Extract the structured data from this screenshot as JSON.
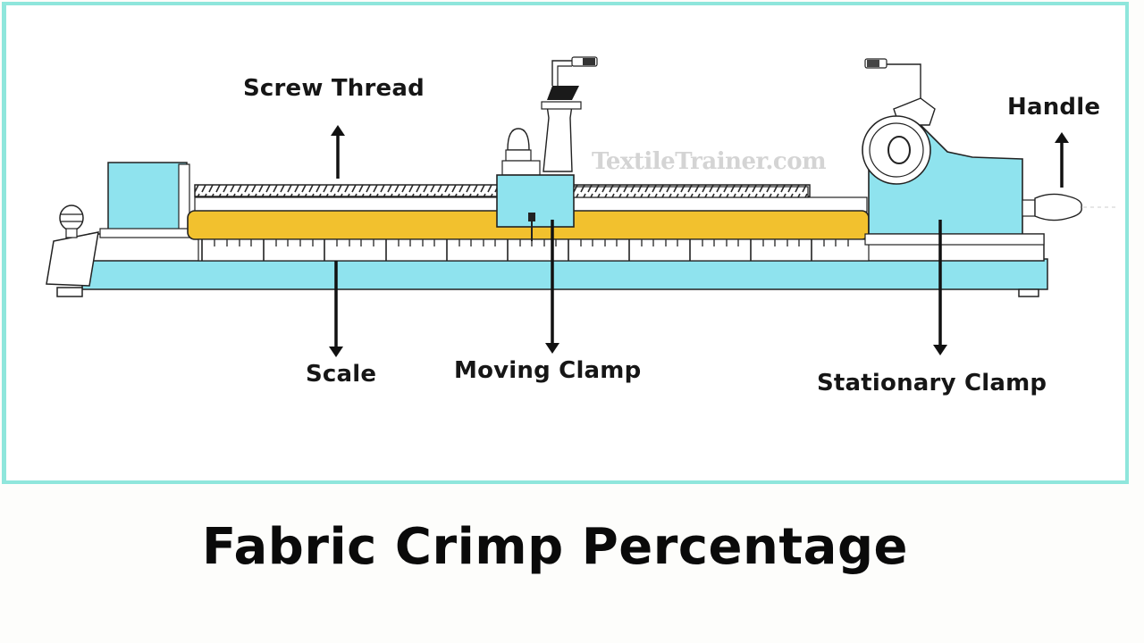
{
  "diagram": {
    "title": "Fabric Crimp Percentage",
    "watermark": "TextileTrainer.com",
    "labels": {
      "screw_thread": "Screw Thread",
      "handle": "Handle",
      "scale": "Scale",
      "moving_clamp": "Moving Clamp",
      "stationary_clamp": "Stationary Clamp"
    },
    "colors": {
      "frame_border": "#8fe6dc",
      "machine_blue": "#8fe3ee",
      "bar_yellow": "#f2c12e",
      "outline": "#1a1a1a",
      "text": "#161616"
    }
  }
}
